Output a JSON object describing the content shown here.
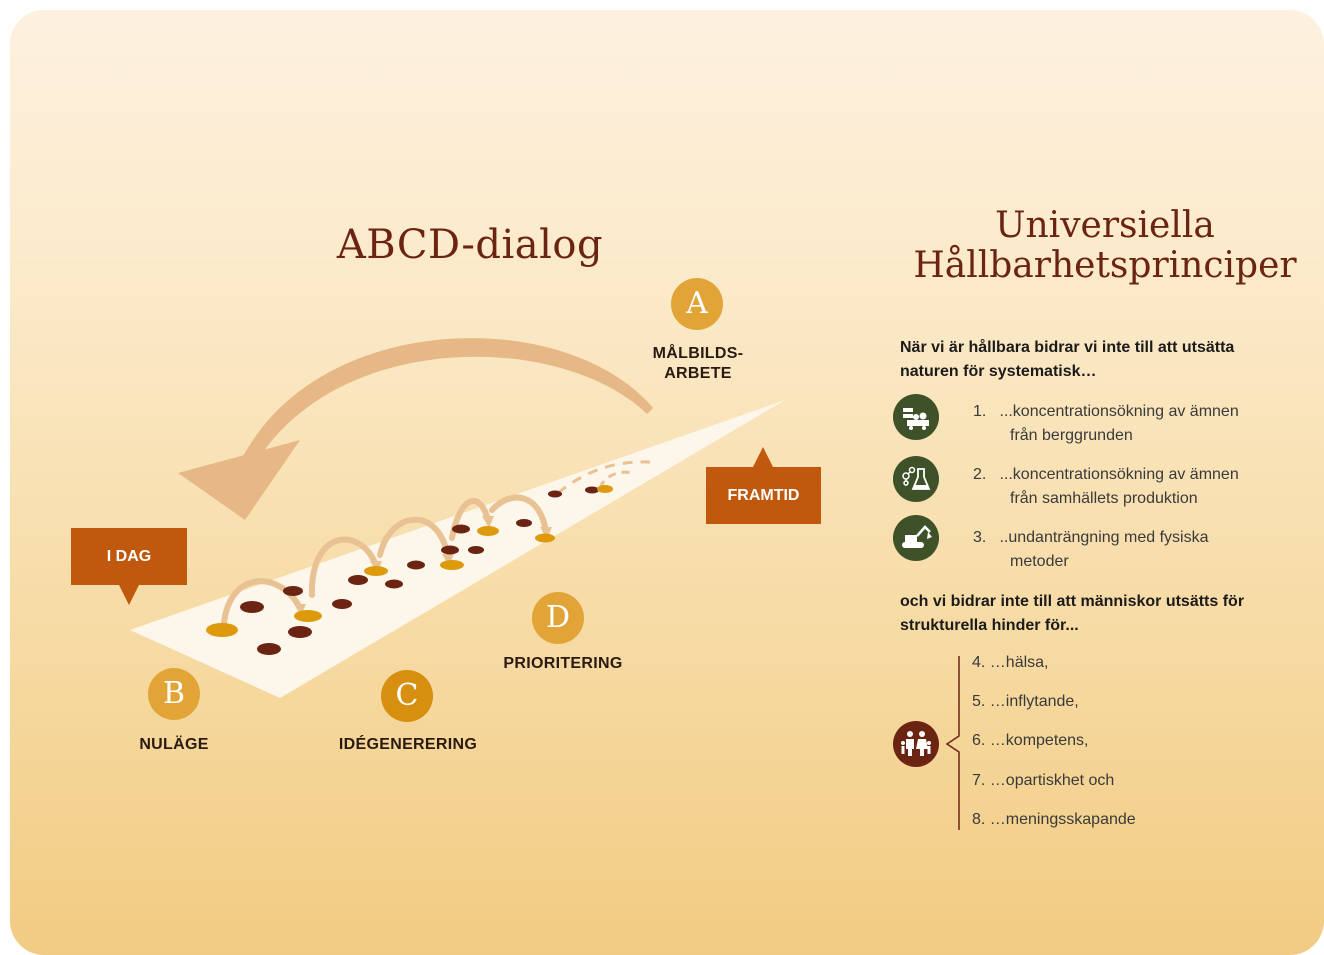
{
  "titles": {
    "abcd": "ABCD-dialog",
    "uhp_line1": "Universiella",
    "uhp_line2": "Hållbarhetsprinciper"
  },
  "steps": [
    {
      "letter": "A",
      "label_line1": "MÅLBILDS-",
      "label_line2": "ARBETE"
    },
    {
      "letter": "B",
      "label_line1": "NULÄGE"
    },
    {
      "letter": "C",
      "label_line1": "IDÉGENERERING"
    },
    {
      "letter": "D",
      "label_line1": "PRIORITERING"
    }
  ],
  "callouts": {
    "today": "I DAG",
    "future": "FRAMTID"
  },
  "nature": {
    "heading": "När vi är hållbara bidrar vi inte till att utsätta naturen för systematisk…",
    "items": [
      {
        "num": "1.",
        "line1": "...koncentrationsökning av ämnen",
        "line2": "från berggrunden",
        "icon": "mining-cart-icon"
      },
      {
        "num": "2.",
        "line1": "...koncentrationsökning av ämnen",
        "line2": "från samhällets produktion",
        "icon": "chemistry-flask-icon"
      },
      {
        "num": "3.",
        "line1": "..undanträngning med fysiska",
        "line2": "metoder",
        "icon": "excavator-icon"
      }
    ]
  },
  "society": {
    "heading": "och vi bidrar inte till att människor utsätts för strukturella hinder för...",
    "icon": "family-icon",
    "items": [
      "4. …hälsa,",
      "5. …inflytande,",
      "6. …kompetens,",
      "7. …opartiskhet och",
      "8. …meningsskapande"
    ]
  },
  "colors": {
    "title": "#6b2412",
    "step_gold": "#e2a437",
    "step_c": "#d68f0e",
    "callout": "#c0580e",
    "nature_icon": "#3e5128",
    "society_icon": "#6b2412",
    "dot_brown": "#6b2412",
    "dot_gold": "#dd9a0c"
  }
}
